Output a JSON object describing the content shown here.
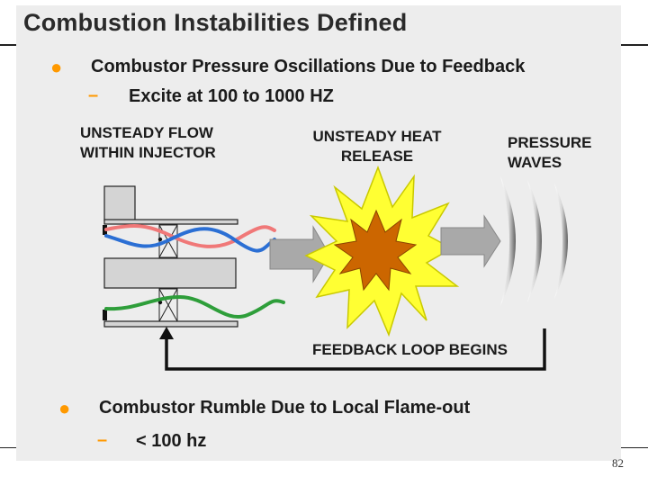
{
  "slide": {
    "title": "Combustion Instabilities Defined",
    "page_number": "82"
  },
  "bullets": [
    {
      "text": "Combustor Pressure Oscillations  Due to Feedback",
      "sub": "Excite at 100 to 1000 HZ"
    },
    {
      "text": "Combustor Rumble Due to Local Flame-out",
      "sub": "< 100 hz"
    }
  ],
  "diagram": {
    "label_injector_l1": "UNSTEADY FLOW",
    "label_injector_l2": "WITHIN INJECTOR",
    "label_heat_l1": "UNSTEADY HEAT",
    "label_heat_l2": "RELEASE",
    "label_waves_l1": "PRESSURE",
    "label_waves_l2": "WAVES",
    "label_feedback": "FEEDBACK LOOP BEGINS",
    "colors": {
      "flow_blue": "#2b6fd4",
      "flow_red": "#f07878",
      "flow_green": "#2e9e3a",
      "flame_outer": "#ffff33",
      "flame_inner": "#cc6600",
      "arrow_gray": "#a9a9a9",
      "bullet_orange": "#ff9900"
    }
  }
}
